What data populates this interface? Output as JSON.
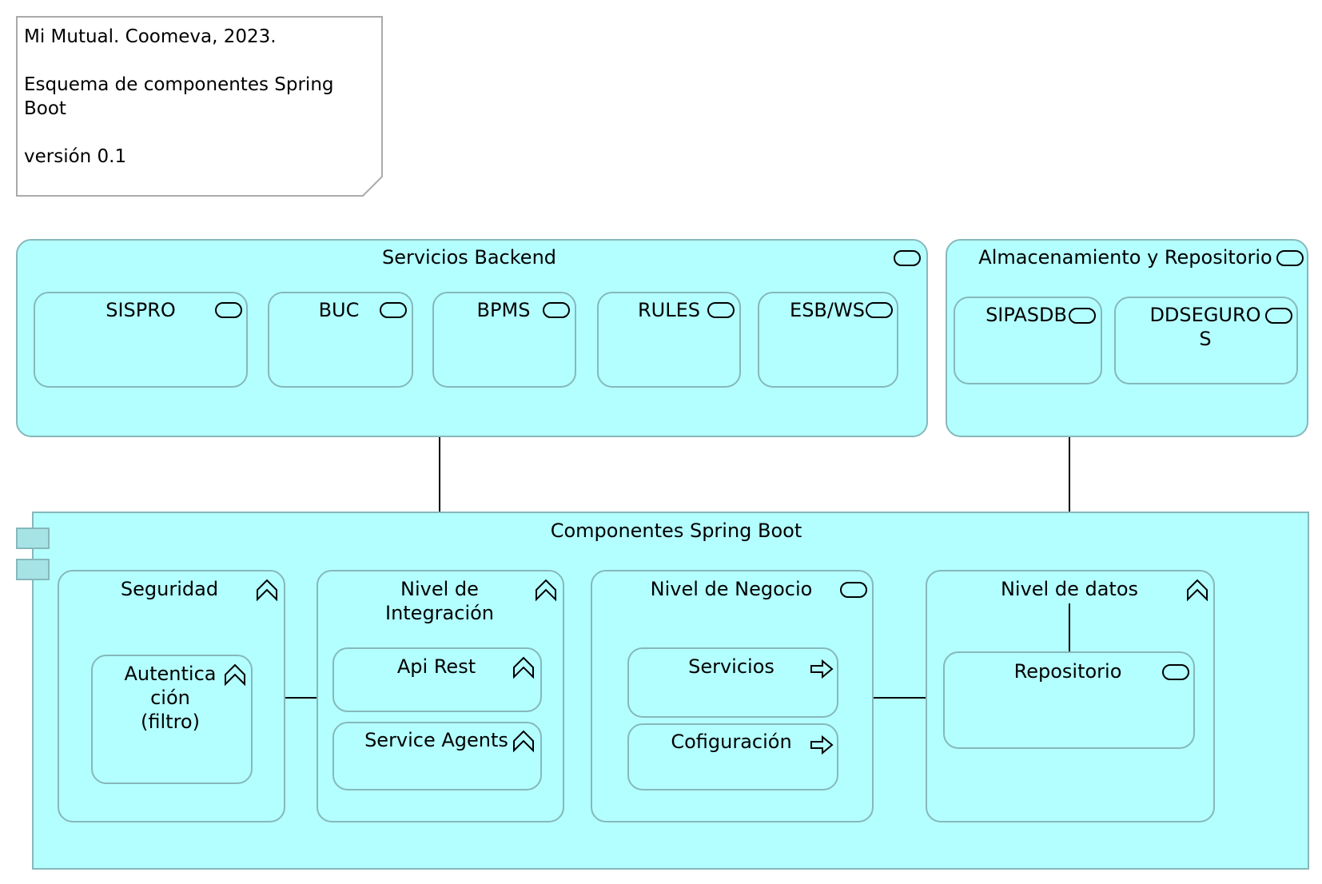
{
  "note": {
    "line1": "Mi Mutual. Coomeva, 2023.",
    "line2": "Esquema de componentes Spring",
    "line3": "Boot",
    "line4": "versión 0.1"
  },
  "backend": {
    "title": "Servicios Backend",
    "icon": "service-icon",
    "items": [
      {
        "label": "SISPRO",
        "icon": "service-icon"
      },
      {
        "label": "BUC",
        "icon": "service-icon"
      },
      {
        "label": "BPMS",
        "icon": "service-icon"
      },
      {
        "label": "RULES",
        "icon": "service-icon"
      },
      {
        "label": "ESB/WS",
        "icon": "service-icon"
      }
    ]
  },
  "storage": {
    "title": "Almacenamiento y Repositorio",
    "icon": "service-icon",
    "items": [
      {
        "label": "SIPASDB",
        "icon": "service-icon"
      },
      {
        "label_line1": "DDSEGURO",
        "label_line2": "S",
        "icon": "service-icon"
      }
    ]
  },
  "spring": {
    "title": "Componentes Spring Boot",
    "icon": "component-icon",
    "seguridad": {
      "title": "Seguridad",
      "icon": "function-icon",
      "child": {
        "line1": "Autentica",
        "line2": "ción",
        "line3": "(filtro)",
        "icon": "function-icon"
      }
    },
    "integracion": {
      "title_line1": "Nivel de",
      "title_line2": "Integración",
      "icon": "function-icon",
      "children": [
        {
          "label": "Api Rest",
          "icon": "function-icon"
        },
        {
          "label": "Service Agents",
          "icon": "function-icon"
        }
      ]
    },
    "negocio": {
      "title": "Nivel de Negocio",
      "icon": "service-icon",
      "children": [
        {
          "label": "Servicios",
          "icon": "process-icon"
        },
        {
          "label": "Cofiguración",
          "icon": "process-icon"
        }
      ]
    },
    "datos": {
      "title": "Nivel de datos",
      "icon": "function-icon",
      "child": {
        "label": "Repositorio",
        "icon": "service-icon"
      }
    }
  },
  "colors": {
    "fill": "#b3ffff",
    "stroke": "#86b8bb",
    "note_border": "#aaaaaa"
  }
}
